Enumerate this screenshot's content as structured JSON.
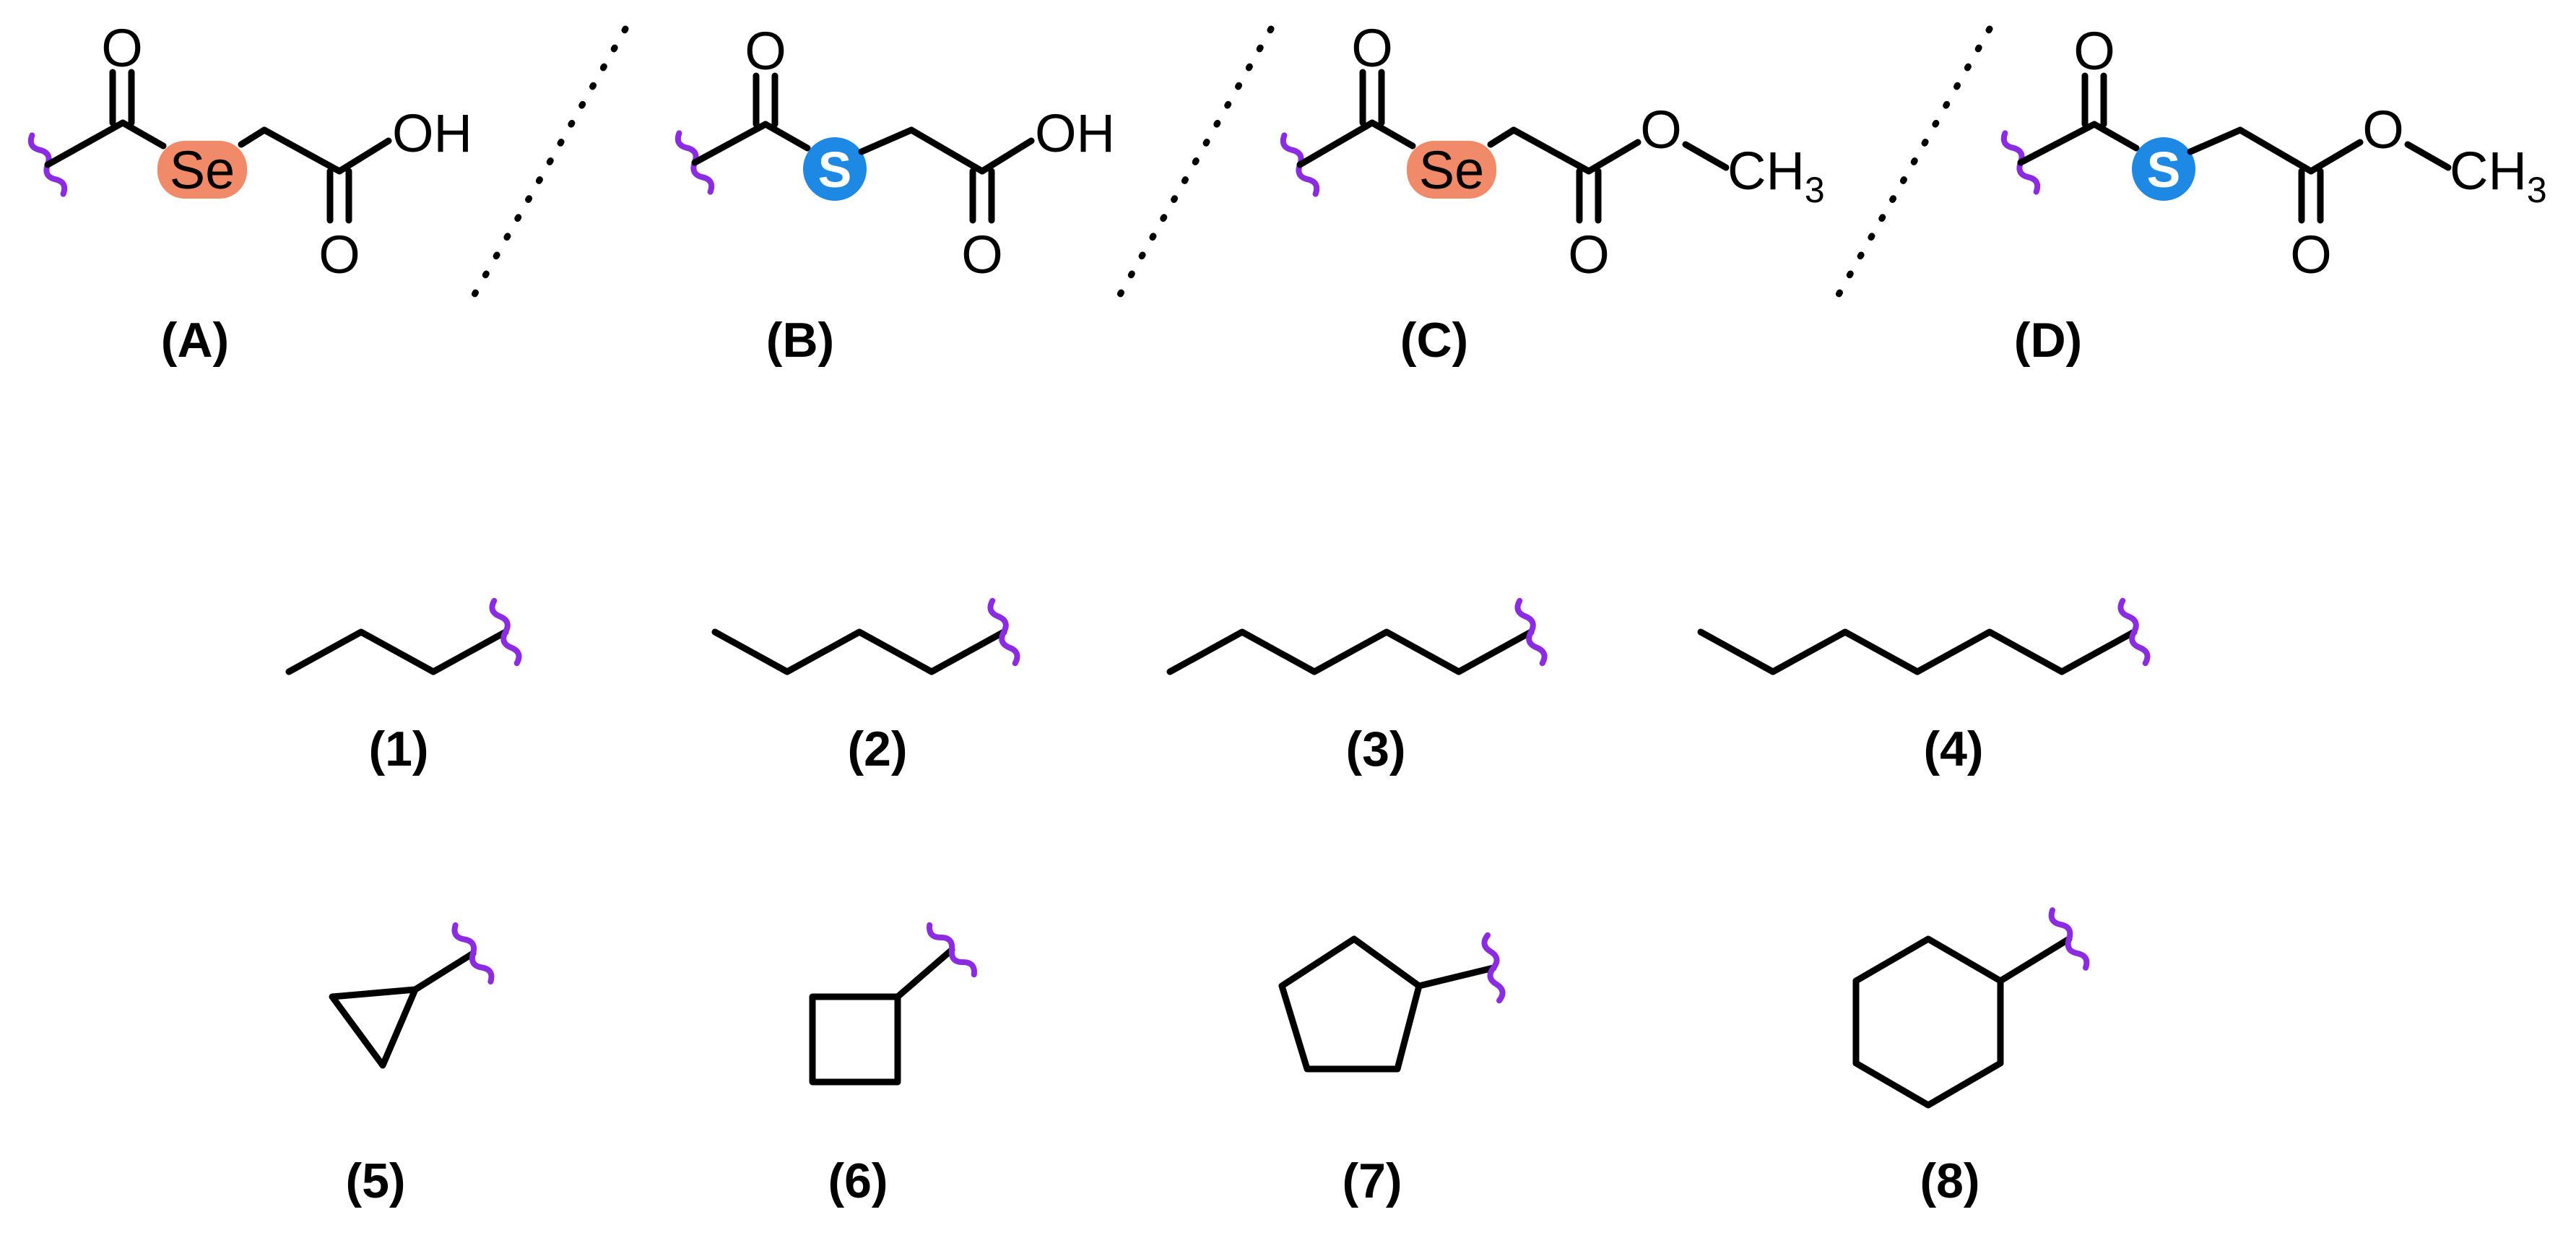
{
  "colors": {
    "wavy": "#8B2BE2",
    "selenium_highlight": "#F08A68",
    "sulfur_highlight": "#1E88E5",
    "bond": "#000000"
  },
  "atoms": {
    "carbonyl_oxygen": "O",
    "hydroxyl": "OH",
    "ester_oxygen": "O",
    "methyl_c": "CH",
    "methyl_sub": "3",
    "selenium": "Se",
    "sulfur": "S"
  },
  "linkers": [
    {
      "label": "(A)",
      "heteroatom": "Se",
      "terminus": "OH"
    },
    {
      "label": "(B)",
      "heteroatom": "S",
      "terminus": "OH"
    },
    {
      "label": "(C)",
      "heteroatom": "Se",
      "terminus": "OCH3"
    },
    {
      "label": "(D)",
      "heteroatom": "S",
      "terminus": "OCH3"
    }
  ],
  "groups": [
    {
      "label": "(1)"
    },
    {
      "label": "(2)"
    },
    {
      "label": "(3)"
    },
    {
      "label": "(4)"
    },
    {
      "label": "(5)"
    },
    {
      "label": "(6)"
    },
    {
      "label": "(7)"
    },
    {
      "label": "(8)"
    }
  ]
}
